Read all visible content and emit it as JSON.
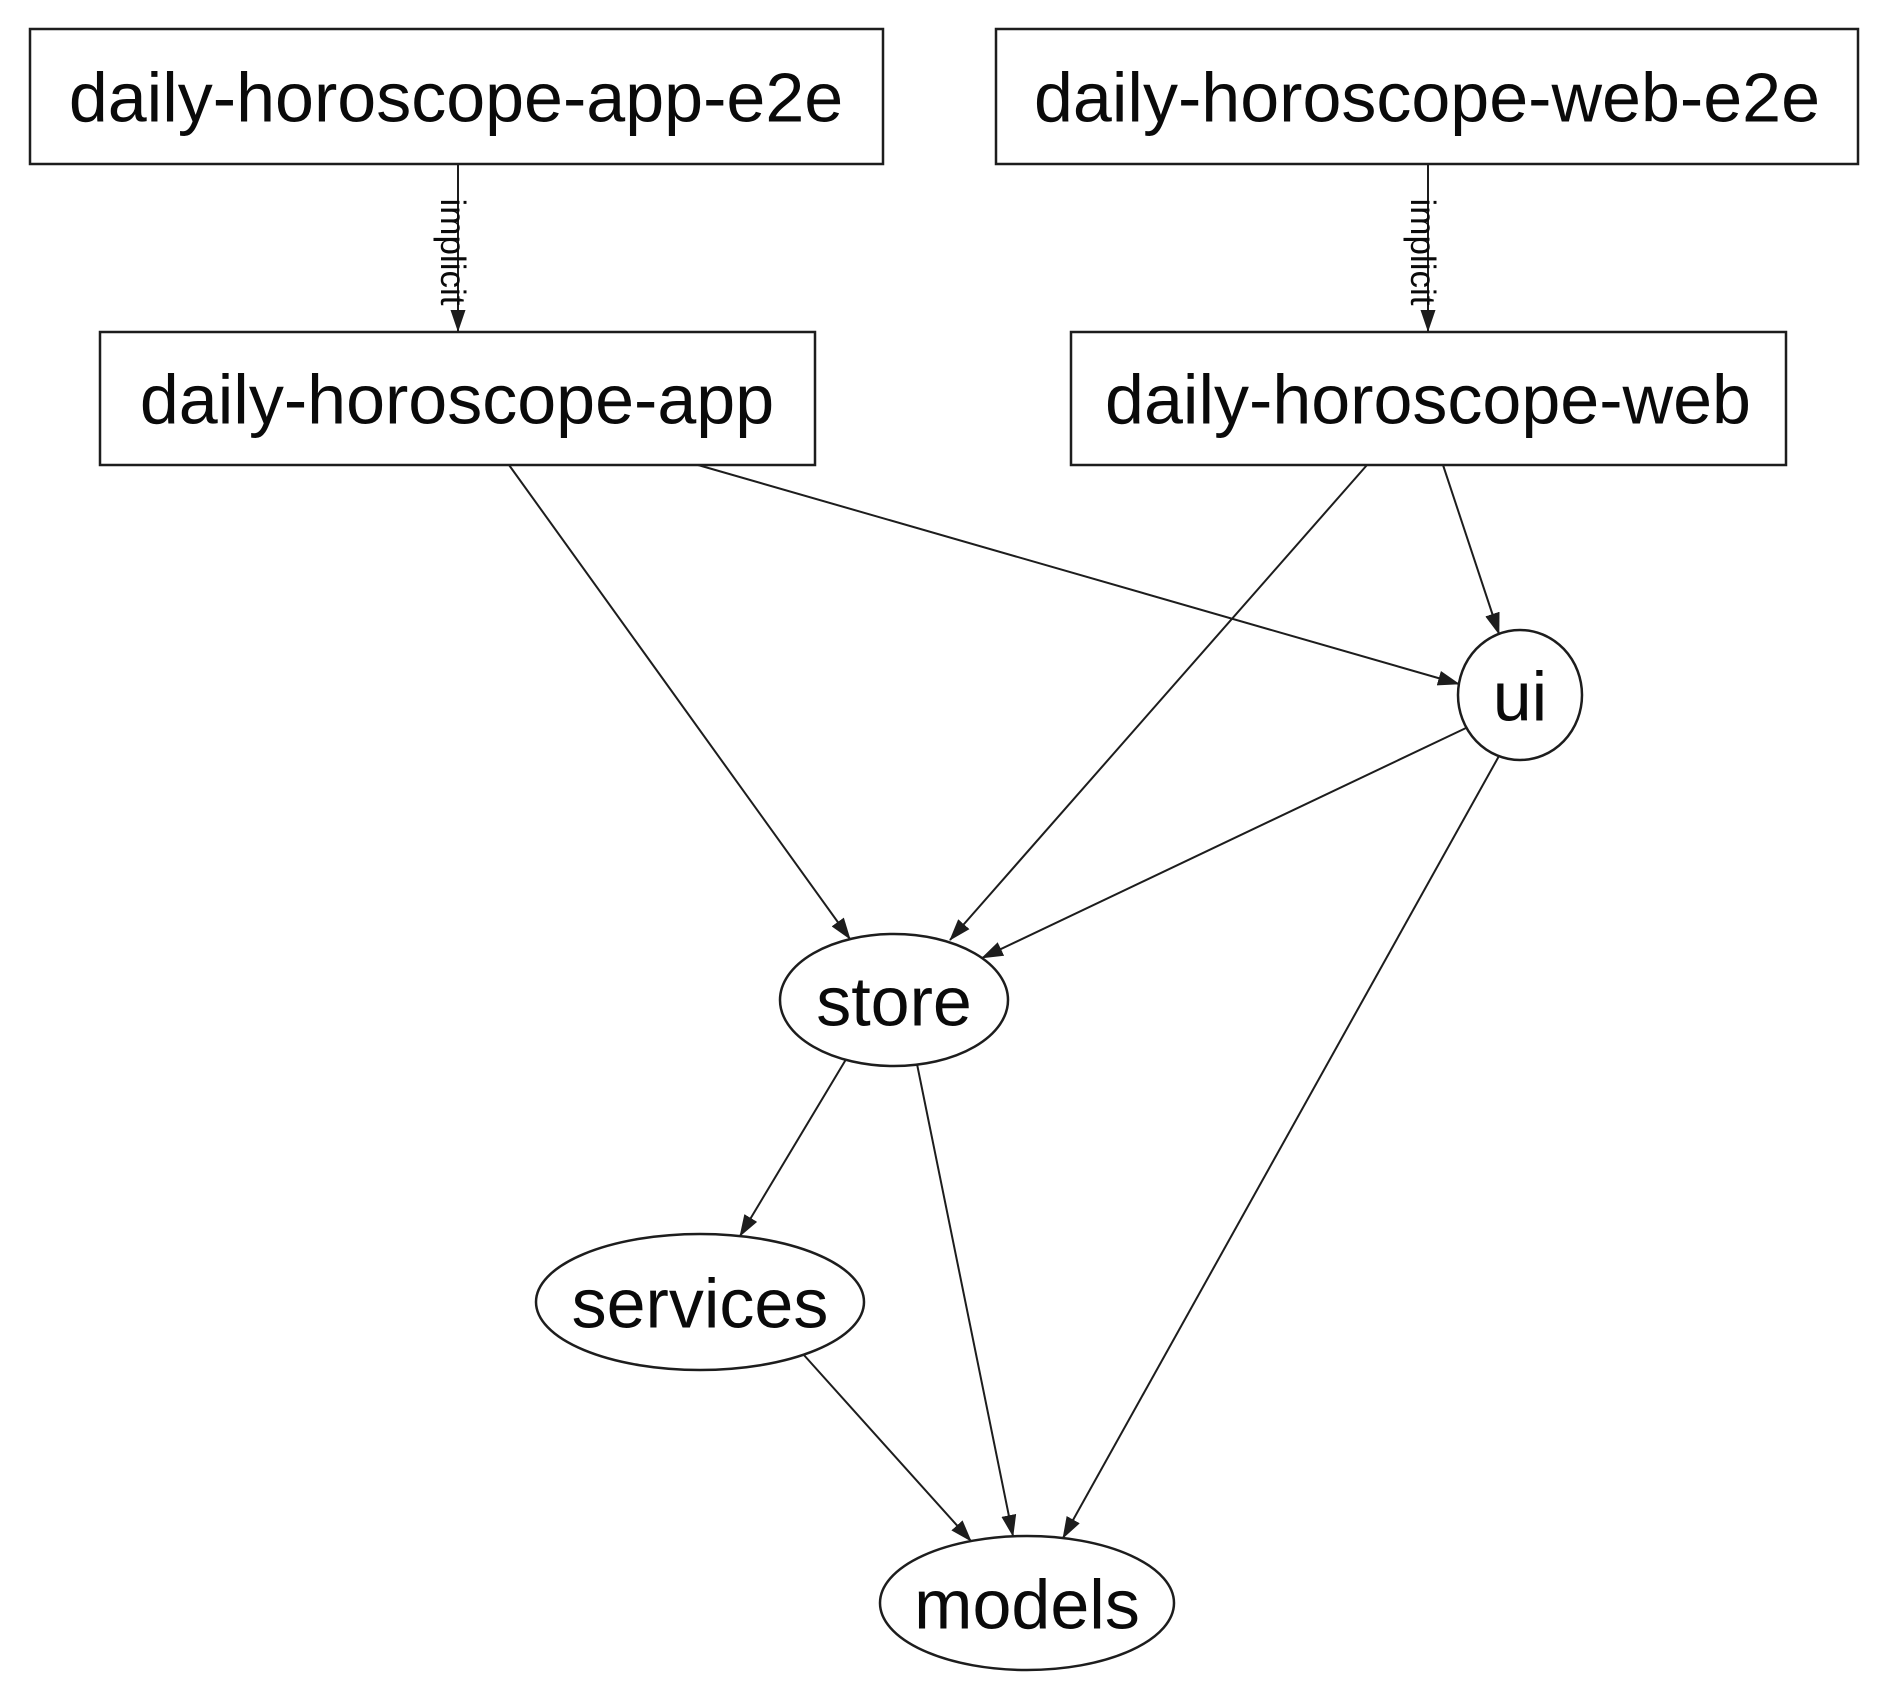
{
  "diagram": {
    "type": "dependency-graph",
    "background_color": "#ffffff",
    "stroke_color": "#1d1d1d",
    "text_color": "#0a0a0a",
    "nodes": [
      {
        "id": "daily-horoscope-app-e2e",
        "label": "daily-horoscope-app-e2e",
        "shape": "rect"
      },
      {
        "id": "daily-horoscope-web-e2e",
        "label": "daily-horoscope-web-e2e",
        "shape": "rect"
      },
      {
        "id": "daily-horoscope-app",
        "label": "daily-horoscope-app",
        "shape": "rect"
      },
      {
        "id": "daily-horoscope-web",
        "label": "daily-horoscope-web",
        "shape": "rect"
      },
      {
        "id": "ui",
        "label": "ui",
        "shape": "ellipse"
      },
      {
        "id": "store",
        "label": "store",
        "shape": "ellipse"
      },
      {
        "id": "services",
        "label": "services",
        "shape": "ellipse"
      },
      {
        "id": "models",
        "label": "models",
        "shape": "ellipse"
      }
    ],
    "edges": [
      {
        "from": "daily-horoscope-app-e2e",
        "to": "daily-horoscope-app",
        "label": "implicit"
      },
      {
        "from": "daily-horoscope-web-e2e",
        "to": "daily-horoscope-web",
        "label": "implicit"
      },
      {
        "from": "daily-horoscope-app",
        "to": "store",
        "label": ""
      },
      {
        "from": "daily-horoscope-app",
        "to": "ui",
        "label": ""
      },
      {
        "from": "daily-horoscope-web",
        "to": "store",
        "label": ""
      },
      {
        "from": "daily-horoscope-web",
        "to": "ui",
        "label": ""
      },
      {
        "from": "ui",
        "to": "store",
        "label": ""
      },
      {
        "from": "ui",
        "to": "models",
        "label": ""
      },
      {
        "from": "store",
        "to": "services",
        "label": ""
      },
      {
        "from": "store",
        "to": "models",
        "label": ""
      },
      {
        "from": "services",
        "to": "models",
        "label": ""
      }
    ]
  }
}
